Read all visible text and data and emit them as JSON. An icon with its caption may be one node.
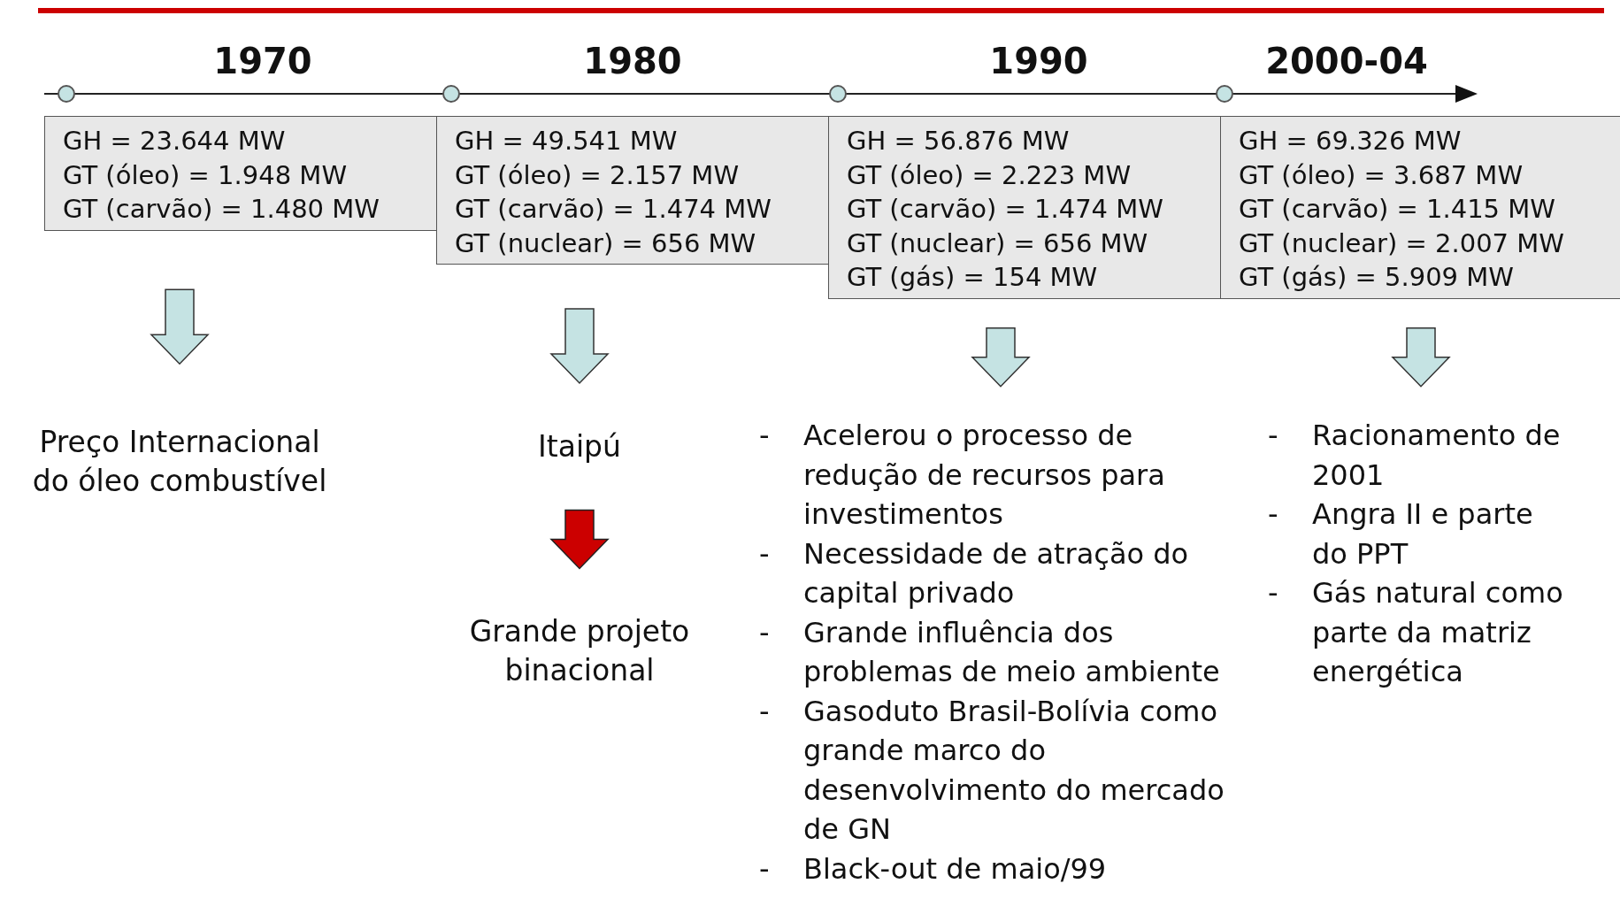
{
  "diagram": {
    "nodes": [
      {
        "text": [
          "GH = 23.644 MW",
          "GT (óleo) = 1.948 MW",
          "GT (carvão) = 1.480 MW"
        ]
      },
      {
        "text": [
          "GH = 49.541 MW",
          "GT (óleo) = 2.157 MW",
          "GT (carvão) = 1.474 MW",
          "GT (nuclear) = 656 MW"
        ]
      },
      {
        "text": [
          "GH = 56.876 MW",
          "GT (óleo) = 2.223 MW",
          "GT (carvão) = 1.474 MW",
          "GT (nuclear) = 656 MW",
          "GT (gás) = 154 MW"
        ]
      },
      {
        "text": [
          "GH = 69.326 MW",
          "GT (óleo) = 3.687 MW",
          "GT (carvão) = 1.415 MW",
          "GT (nuclear) = 2.007 MW",
          "GT (gás) = 5.909 MW"
        ]
      },
      {
        "text": [
          "Preço Internacional do óleo combustível"
        ]
      },
      {
        "text": [
          "Itaipú"
        ]
      },
      {
        "text": [
          "Grande projeto binacional"
        ]
      },
      {
        "text": [
          "-",
          "Acelerou o processo de redução de recursos para investimentos",
          "-",
          "Necessidade de atração do capital privado",
          "-",
          "Grande influência dos problemas de meio ambiente",
          "-",
          "Gasoduto Brasil-Bolívia como grande marco do desenvolvimento do mercado de GN",
          "-",
          "Black-out de maio/99"
        ]
      },
      {
        "text": [
          "-",
          "Racionamento de 2001",
          "-",
          "Angra II e parte do PPT",
          "-",
          "Gás natural como parte da matriz energética"
        ]
      }
    ],
    "edges": [
      {
        "from": 0,
        "to": 4,
        "arrow": "to"
      },
      {
        "from": 1,
        "to": 5,
        "arrow": "to"
      },
      {
        "from": 5,
        "to": 6,
        "arrow": "to",
        "color": "#cc0000"
      },
      {
        "from": 2,
        "to": 7,
        "arrow": "to"
      },
      {
        "from": 3,
        "to": 8,
        "arrow": "to"
      }
    ],
    "labels": [
      "1970",
      "1980",
      "1990",
      "2000-04"
    ]
  }
}
